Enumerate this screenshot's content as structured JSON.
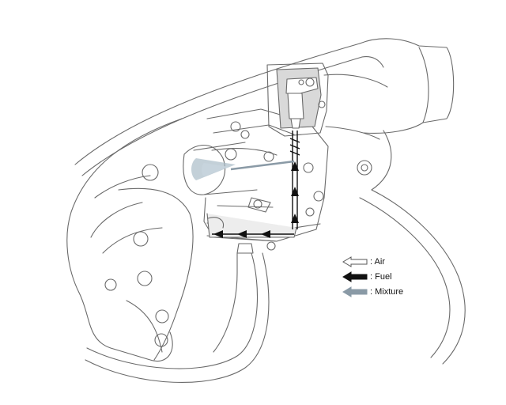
{
  "diagram": {
    "subject": "carburetor-airflow-cutaway",
    "legend": [
      {
        "label": ": Air",
        "arrow_fill": "#ffffff",
        "arrow_stroke": "#555555",
        "icon": "air-arrow-icon"
      },
      {
        "label": ": Fuel",
        "arrow_fill": "#111111",
        "arrow_stroke": "#111111",
        "icon": "fuel-arrow-icon"
      },
      {
        "label": ": Mixture",
        "arrow_fill": "#8a9aa6",
        "arrow_stroke": "#8a9aa6",
        "icon": "mixture-arrow-icon"
      }
    ],
    "colors": {
      "line": "#555555",
      "cutaway_fill": "#d9d9d9",
      "mixture_spray": "#a9bcc8",
      "fuel": "#111111"
    }
  }
}
